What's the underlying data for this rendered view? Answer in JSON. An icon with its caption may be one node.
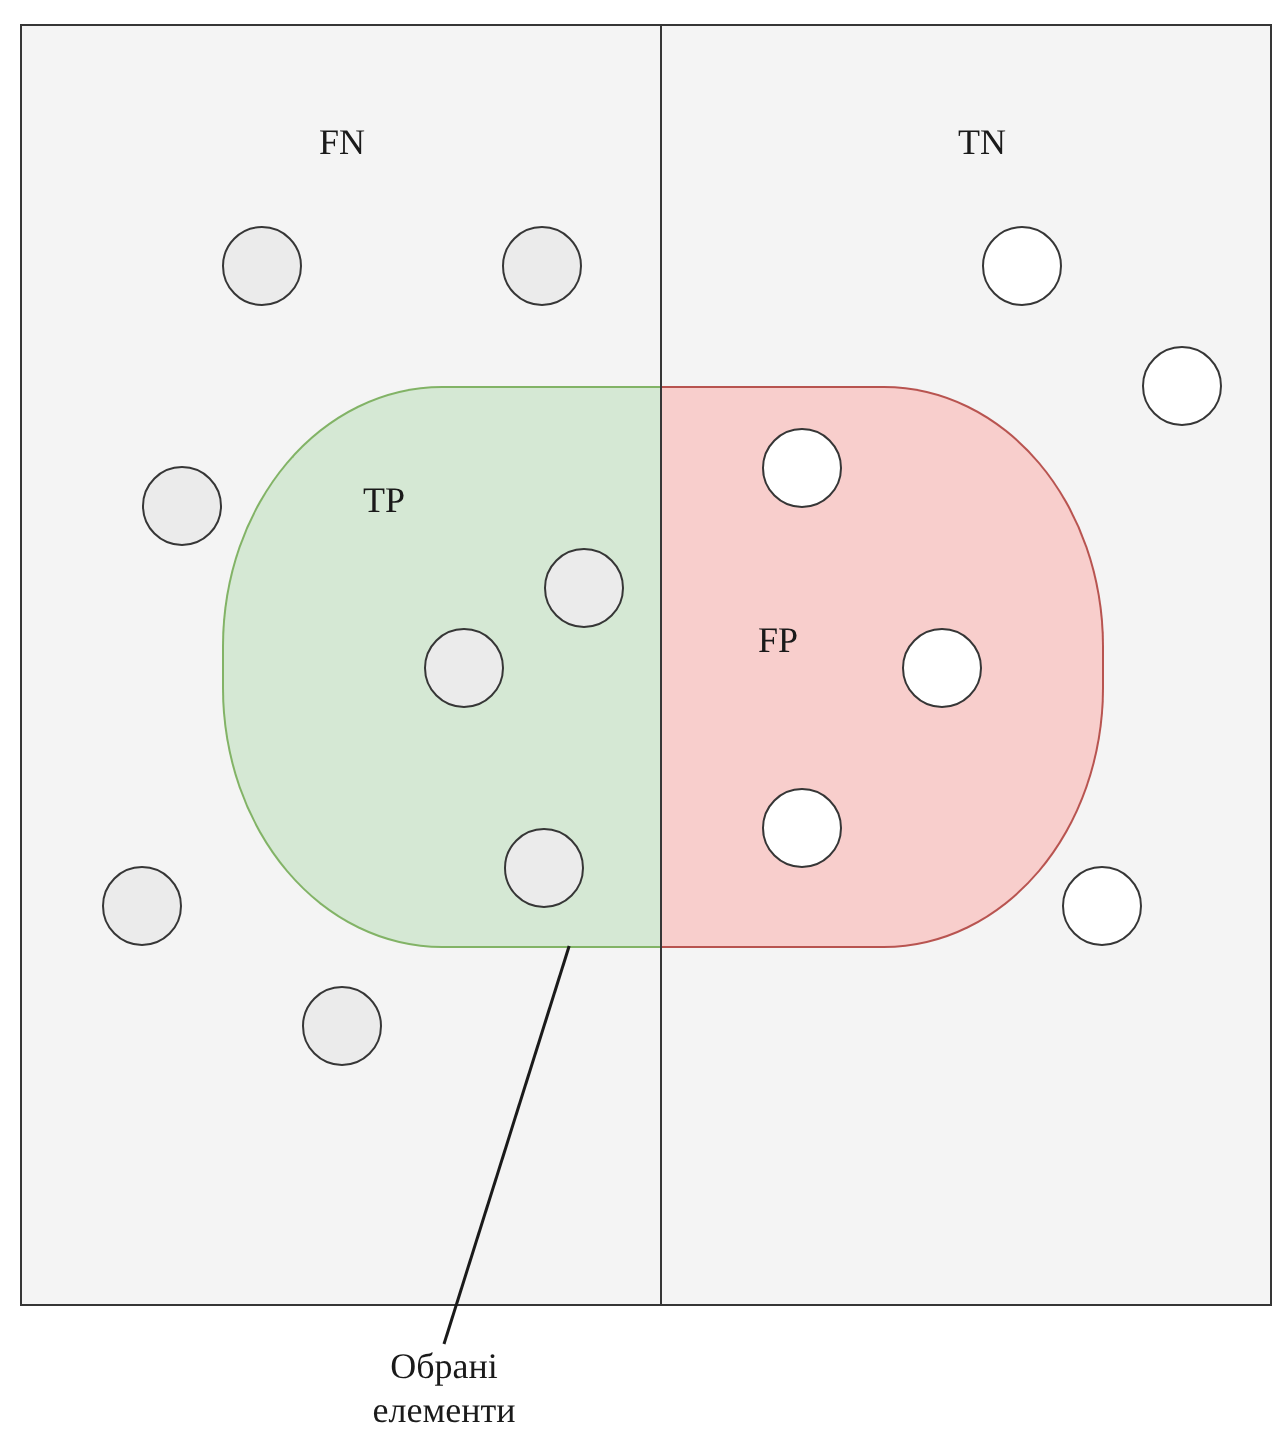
{
  "diagram": {
    "nodes": [
      {
        "text": [
          "FN"
        ]
      },
      {
        "text": [
          "TN"
        ]
      },
      {
        "text": [
          "TP"
        ],
        "in": 0
      },
      {
        "text": [
          "FP"
        ],
        "in": 1
      },
      {
        "text": [
          "Обрані елементи"
        ]
      },
      {
        "text": [],
        "shape": "circle",
        "in": 0
      },
      {
        "text": [],
        "shape": "circle",
        "in": 0
      },
      {
        "text": [],
        "shape": "circle",
        "in": 0
      },
      {
        "text": [],
        "shape": "circle",
        "in": 0
      },
      {
        "text": [],
        "shape": "circle",
        "in": 0
      },
      {
        "text": [],
        "shape": "circle",
        "in": 2
      },
      {
        "text": [],
        "shape": "circle",
        "in": 2
      },
      {
        "text": [],
        "shape": "circle",
        "in": 2
      },
      {
        "text": [],
        "shape": "circle",
        "in": 1
      },
      {
        "text": [],
        "shape": "circle",
        "in": 1
      },
      {
        "text": [],
        "shape": "circle",
        "in": 1
      },
      {
        "text": [],
        "shape": "circle",
        "in": 3
      },
      {
        "text": [],
        "shape": "circle",
        "in": 3
      },
      {
        "text": [],
        "shape": "circle",
        "in": 3
      }
    ],
    "edges": [
      {
        "from": 4,
        "to": 2,
        "arrow": "none"
      }
    ]
  }
}
